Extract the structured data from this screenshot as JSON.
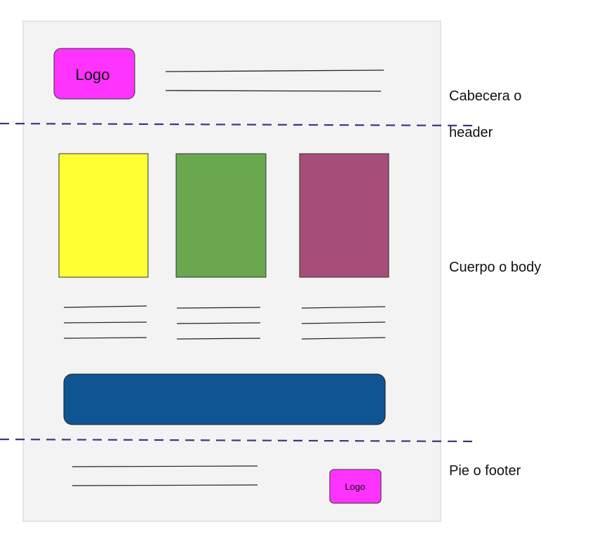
{
  "header": {
    "logo_text": "Logo",
    "label_line1": "Cabecera o",
    "label_line2": "header"
  },
  "body": {
    "label": "Cuerpo o body",
    "cards": [
      {
        "color": "#ffff33"
      },
      {
        "color": "#6aa84f"
      },
      {
        "color": "#a64d79"
      }
    ],
    "button_color": "#0f5592"
  },
  "footer": {
    "logo_text": "Logo",
    "label": "Pie o footer"
  },
  "colors": {
    "page": "#f3f3f3",
    "logo": "#ff33ff",
    "divider": "#3d3585"
  }
}
